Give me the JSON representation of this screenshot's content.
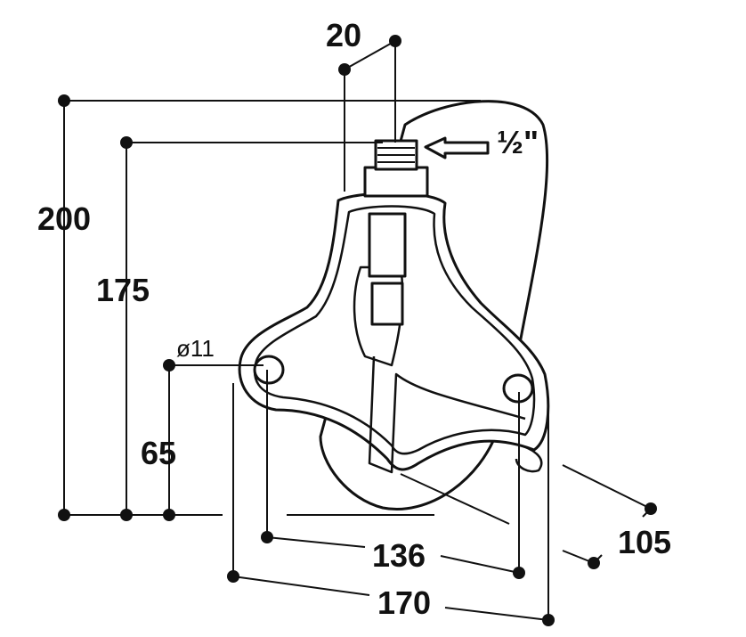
{
  "title": "Drinking bowl dimension drawing",
  "dimensions": {
    "total_height": "200",
    "inlet_height": "175",
    "mount_hole_height": "65",
    "hole_diameter": "ø11",
    "inlet_offset": "20",
    "thread_size": "½\"",
    "hole_spacing": "136",
    "overall_width": "170",
    "depth": "105"
  },
  "colors": {
    "line": "#111111",
    "background": "#ffffff"
  }
}
